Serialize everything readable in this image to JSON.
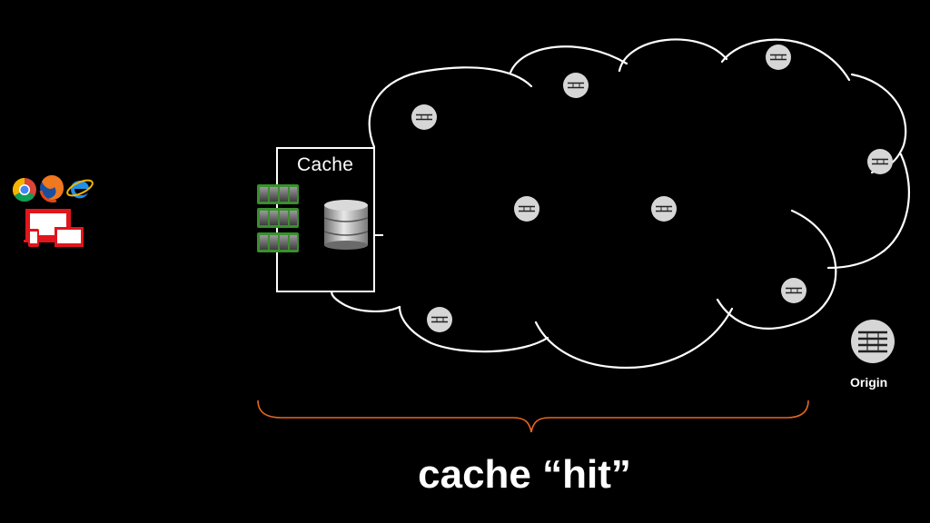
{
  "diagram": {
    "cache_label": "Cache",
    "origin_label": "Origin",
    "caption": "cache “hit”"
  },
  "colors": {
    "background": "#000000",
    "outline": "#ffffff",
    "node_fill": "#d6d6d6",
    "brace": "#e8661f",
    "ram_green": "#3a8f2e",
    "device_red": "#e0161c"
  },
  "icons": {
    "browsers": [
      "chrome-icon",
      "firefox-icon",
      "internet-explorer-icon"
    ],
    "devices": "devices-icon",
    "memory": "ram-module-icon",
    "storage": "database-icon",
    "edge_server": "server-node-icon",
    "origin_server": "origin-server-icon"
  }
}
